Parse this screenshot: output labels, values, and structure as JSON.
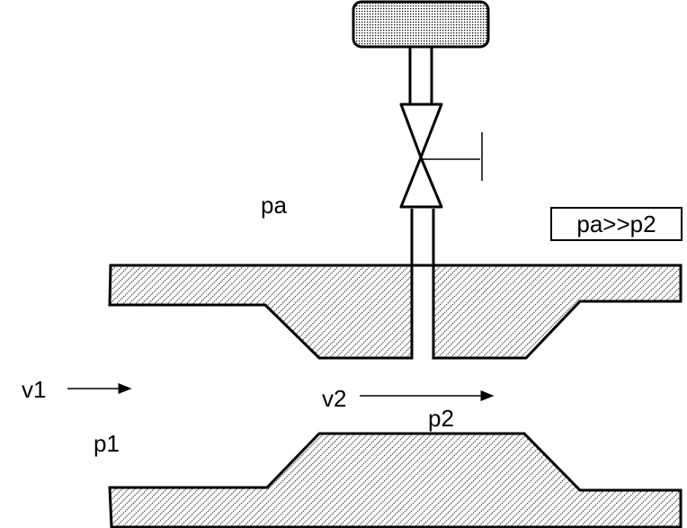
{
  "labels": {
    "pa": "pa",
    "v1": "v1",
    "v2": "v2",
    "p1": "p1",
    "p2": "p2",
    "condition": "pa>>p2"
  },
  "colors": {
    "stroke": "#000000",
    "fill": "#ffffff"
  }
}
